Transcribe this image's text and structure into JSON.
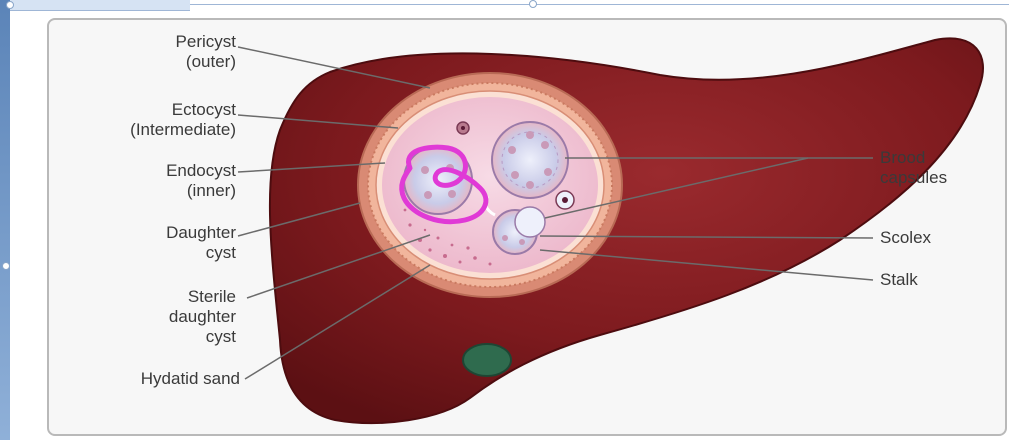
{
  "labels": {
    "pericyst": [
      "Pericyst",
      "(outer)"
    ],
    "ectocyst": [
      "Ectocyst",
      "(Intermediate)"
    ],
    "endocyst": [
      "Endocyst",
      "(inner)"
    ],
    "daughter_cyst": [
      "Daughter",
      "cyst"
    ],
    "sterile_daughter_cyst": [
      "Sterile",
      "daughter",
      "cyst"
    ],
    "hydatid_sand": [
      "Hydatid sand"
    ],
    "brood_capsules": [
      "Brood",
      "capsules"
    ],
    "scolex": [
      "Scolex"
    ],
    "stalk": [
      "Stalk"
    ]
  },
  "colors": {
    "liver": "#7d1a1e",
    "cyst_wall": "#e8a48a",
    "cyst_fluid": "#f2c8d6",
    "annotation_ink": "#e03ad6",
    "gallbladder": "#2f6b4e"
  }
}
